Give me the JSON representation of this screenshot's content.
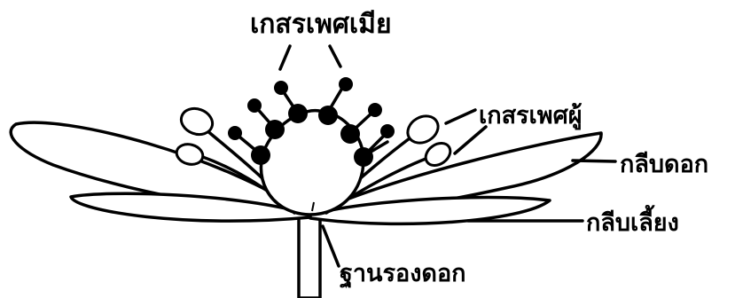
{
  "labels": {
    "pistil": "เกสรเพศเมีย",
    "stamen": "เกสรเพศผู้",
    "petal": "กลีบดอก",
    "sepal": "กลีบเลี้ยง",
    "receptacle": "ฐานรองดอก"
  },
  "colors": {
    "stroke": "#000000",
    "fill": "#ffffff",
    "stigma": "#000000"
  }
}
